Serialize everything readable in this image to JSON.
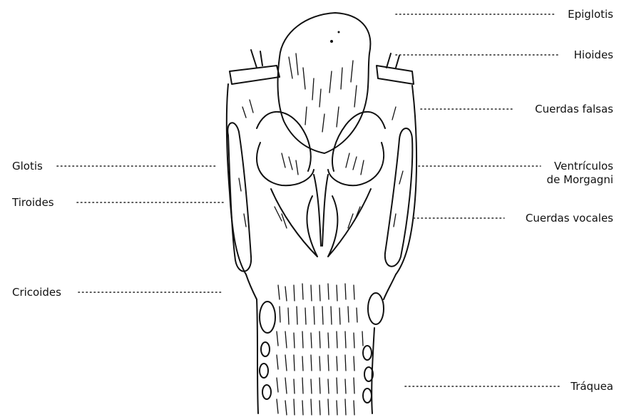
{
  "labels": {
    "epiglotis": "Epiglotis",
    "hioides": "Hioides",
    "cuerdas_falsas": "Cuerdas falsas",
    "ventriculos_line1": "Ventrículos",
    "ventriculos_line2": "de Morgagni",
    "glotis": "Glotis",
    "tiroides": "Tiroides",
    "cuerdas_vocales": "Cuerdas vocales",
    "cricoides": "Cricoides",
    "traquea": "Tráquea"
  },
  "colors": {
    "ink": "#111111",
    "paper": "#ffffff"
  }
}
